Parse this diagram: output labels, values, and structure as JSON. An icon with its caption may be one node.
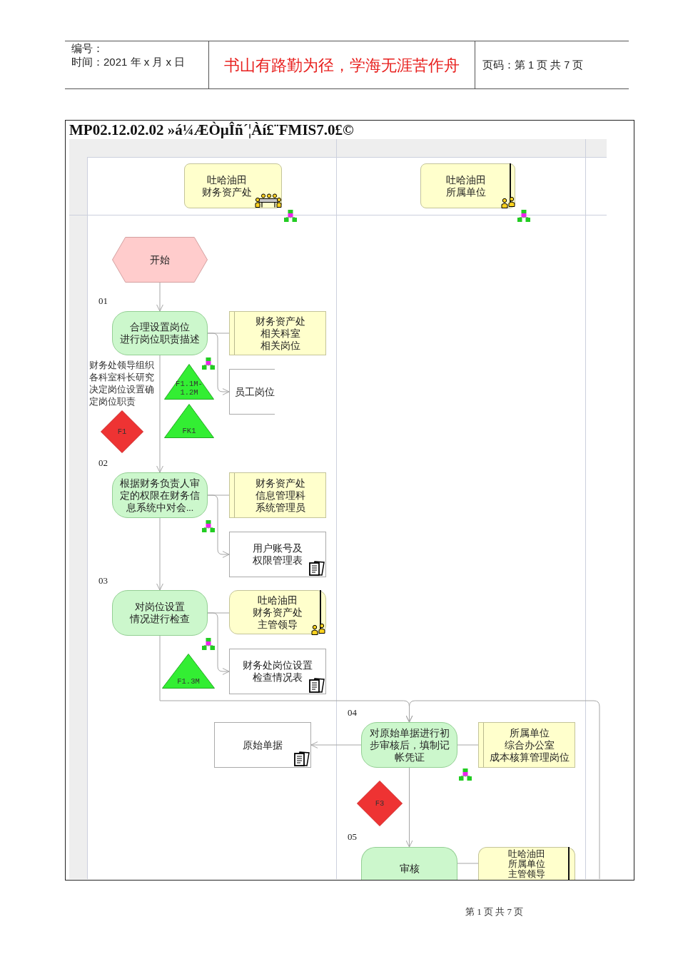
{
  "diagram": {
    "title": "MP02.12.02.02 »á¼ÆÒµÎñ´¦Àí£¨FMIS7.0£©",
    "nodes": [
      {
        "text": [
          "吐哈油田财务资产处"
        ]
      },
      {
        "text": [
          "吐哈油田所属单位"
        ]
      },
      {
        "text": [
          "开始"
        ]
      },
      {
        "text": [
          "合理设置岗位进行岗位职责描述"
        ],
        "beside": [
          "财务处领导组织各科室科长研究决定岗位设置确定岗位职责"
        ]
      },
      {
        "text": [
          "财务资产处相关科室相关岗位"
        ]
      },
      {
        "text": [
          "员工岗位"
        ]
      },
      {
        "text": [
          "F1"
        ]
      },
      {
        "text": [
          "F1.1M-1.2M"
        ]
      },
      {
        "text": [
          "FK1"
        ]
      },
      {
        "text": [
          "根据财务负责人审定的权限在财务信息系统中对会..."
        ]
      },
      {
        "text": [
          "财务资产处信息管理科系统管理员"
        ]
      },
      {
        "text": [
          "用户账号及权限管理表"
        ]
      },
      {
        "text": [
          "对岗位设置情况进行检查"
        ]
      },
      {
        "text": [
          "吐哈油田财务资产处主管领导"
        ]
      },
      {
        "text": [
          "财务处岗位设置检查情况表"
        ]
      },
      {
        "text": [
          "F1.3M"
        ]
      },
      {
        "text": [
          "原始单据"
        ]
      },
      {
        "text": [
          "对原始单据进行初步审核后，填制记帐凭证"
        ]
      },
      {
        "text": [
          "所属单位综合办公室成本核算管理岗位"
        ]
      },
      {
        "text": [
          "F3"
        ]
      },
      {
        "text": [
          "审核"
        ]
      },
      {
        "text": [
          "吐哈油田所属单位主管领导"
        ]
      }
    ],
    "edges": [
      {
        "from": 2,
        "to": 3,
        "arrow": "to"
      },
      {
        "from": 3,
        "to": 4,
        "arrow": "none"
      },
      {
        "from": 3,
        "to": 5,
        "arrow": "to"
      },
      {
        "from": 3,
        "to": 9,
        "arrow": "to"
      },
      {
        "from": 9,
        "to": 10,
        "arrow": "none"
      },
      {
        "from": 9,
        "to": 11,
        "arrow": "to"
      },
      {
        "from": 9,
        "to": 12,
        "arrow": "to"
      },
      {
        "from": 12,
        "to": 13,
        "arrow": "none"
      },
      {
        "from": 12,
        "to": 14,
        "arrow": "to"
      },
      {
        "from": 12,
        "to": 17,
        "arrow": "to"
      },
      {
        "from": null,
        "to": 17,
        "arrow": "to"
      },
      {
        "from": 17,
        "to": 16,
        "arrow": "to"
      },
      {
        "from": 17,
        "to": 18,
        "arrow": "none"
      },
      {
        "from": 17,
        "to": 20,
        "arrow": "to"
      },
      {
        "from": 20,
        "to": 21,
        "arrow": "none"
      }
    ],
    "labels": [
      "编号：",
      "时间：2021 年 x 月 x 日",
      "书山有路勤为径，学海无涯苦作舟",
      "页码：第 1 页 共 7 页",
      "01",
      "02",
      "03",
      "04",
      "05",
      "第 1 页 共 7 页"
    ]
  }
}
